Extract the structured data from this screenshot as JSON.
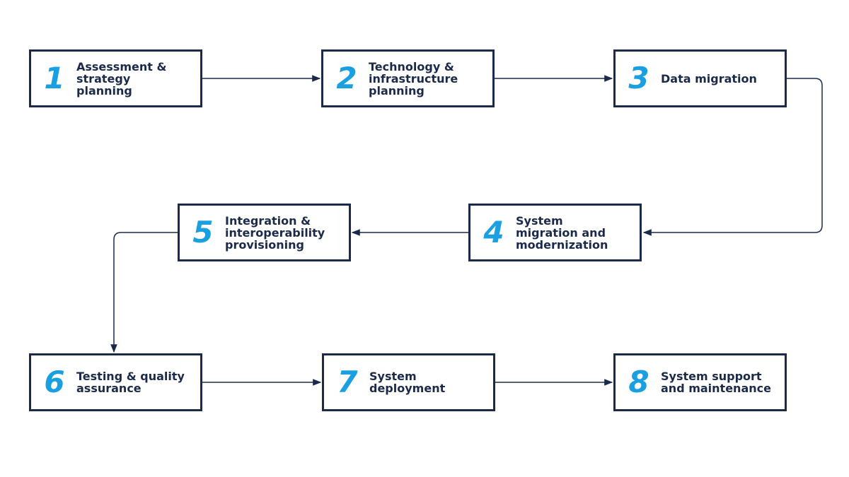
{
  "steps": [
    {
      "number": "1",
      "label": "Assessment & strategy planning"
    },
    {
      "number": "2",
      "label": "Technology & infrastructure planning"
    },
    {
      "number": "3",
      "label": "Data migration"
    },
    {
      "number": "4",
      "label": "System migration and modernization"
    },
    {
      "number": "5",
      "label": "Integration & interoperability provisioning"
    },
    {
      "number": "6",
      "label": "Testing & quality assurance"
    },
    {
      "number": "7",
      "label": "System deployment"
    },
    {
      "number": "8",
      "label": "System support and maintenance"
    }
  ],
  "colors": {
    "accent": "#1a9fe0",
    "ink": "#1b2a4a",
    "background": "#ffffff"
  }
}
